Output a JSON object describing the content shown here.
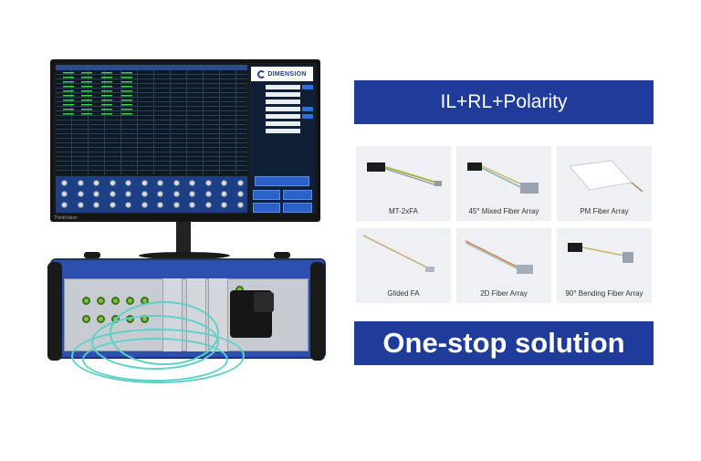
{
  "monitor": {
    "logo_text": "DIMENSION",
    "brand_text": "ThinkVision"
  },
  "banner_top": "IL+RL+Polarity",
  "banner_bottom": "One-stop solution",
  "products": [
    {
      "label": "MT-2xFA",
      "icon": "mt-2xfa-connector"
    },
    {
      "label": "45° Mixed Fiber Array",
      "icon": "mixed-fiber-array"
    },
    {
      "label": "PM Fiber Array",
      "icon": "pm-fiber-array"
    },
    {
      "label": "Glided FA",
      "icon": "glided-fiber"
    },
    {
      "label": "2D Fiber Array",
      "icon": "2d-fiber-array"
    },
    {
      "label": "90° Bending Fiber Array",
      "icon": "bending-fiber-array"
    }
  ],
  "colors": {
    "banner": "#1f3c9a",
    "instrument": "#2d50b0",
    "fiber": "#5fd0c8",
    "port": "#7ec23f"
  }
}
